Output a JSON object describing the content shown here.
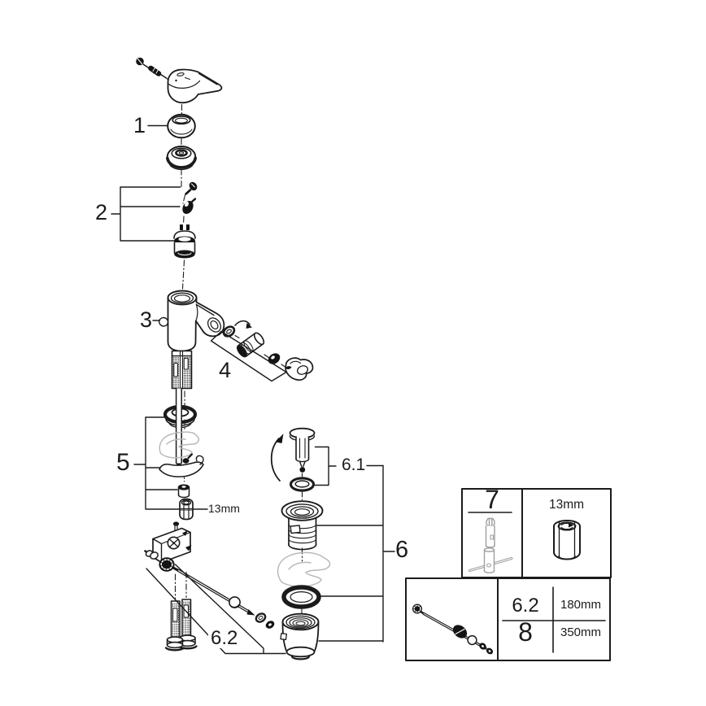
{
  "page": {
    "background": "#ffffff",
    "line_color": "#1b1b1b",
    "ghost_color": "#b9b9b9"
  },
  "callouts": {
    "part1": "1",
    "part2": "2",
    "part3": "3",
    "part4": "4",
    "part5": "5",
    "part6": "6",
    "part6_1": "6.1",
    "part6_2": "6.2",
    "nut_size_label": "13mm"
  },
  "info_boxes": {
    "tool_box": {
      "ref": "7"
    },
    "socket_box": {
      "size": "13mm"
    },
    "rod_box": {
      "rows": [
        {
          "ref": "6.2",
          "length": "180mm"
        },
        {
          "ref": "8",
          "length": "350mm"
        }
      ]
    }
  }
}
